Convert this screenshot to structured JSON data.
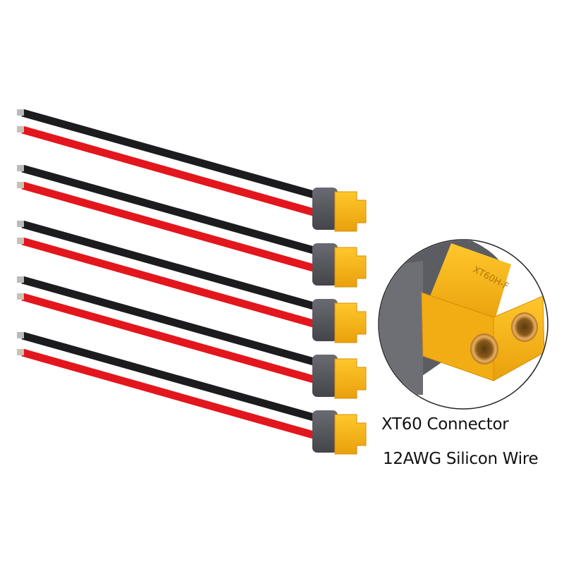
{
  "product": {
    "caption_line1": "XT60 Connector",
    "caption_line2": "12AWG Silicon Wire",
    "cable_pairs": 5,
    "colors": {
      "black_wire": "#1c1c1e",
      "red_wire": "#e3161d",
      "housing_gray": "#55565c",
      "connector_yellow": "#f7b318"
    }
  }
}
